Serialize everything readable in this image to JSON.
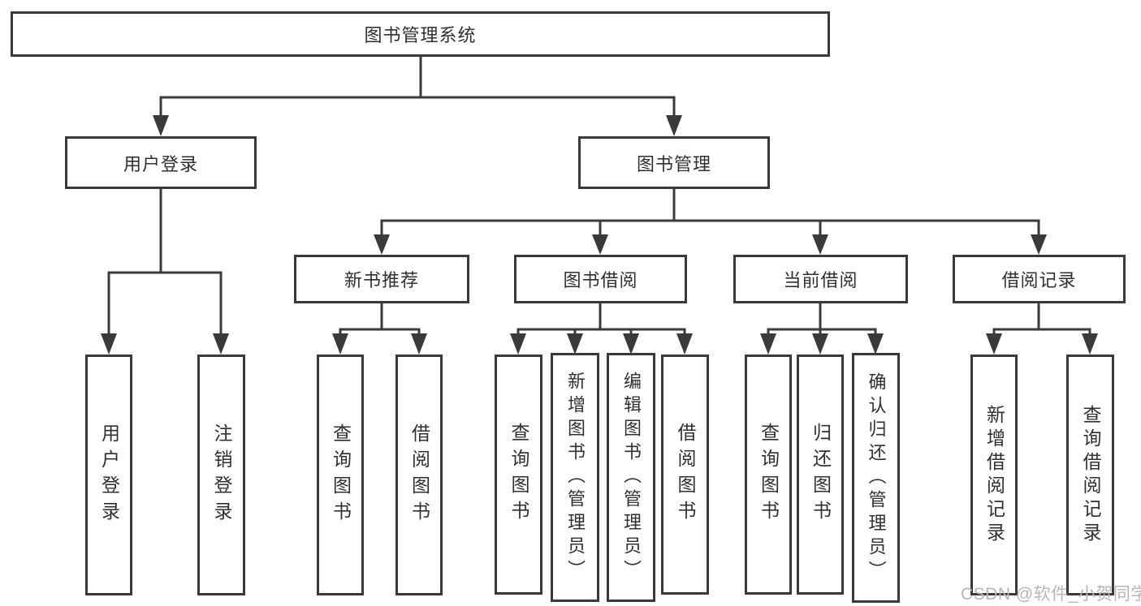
{
  "diagram": {
    "type": "hierarchy-tree",
    "title": "图书管理系统",
    "watermark": "CSDN @软件_小贺同学",
    "colors": {
      "line": "#3a3a3a",
      "border": "#3a3a3a",
      "text": "#303030",
      "watermark": "#b7b7b7",
      "background": "#ffffff"
    },
    "nodes": {
      "root": "图书管理系统",
      "user_login": "用户登录",
      "book_mgmt": "图书管理",
      "new_books": "新书推荐",
      "book_borrow": "图书借阅",
      "current_borrow": "当前借阅",
      "borrow_records": "借阅记录",
      "user_login_children": [
        "用户登录",
        "注销登录"
      ],
      "new_books_children": [
        "查询图书",
        "借阅图书"
      ],
      "book_borrow_children": [
        "查询图书",
        "新增图书（管理员）",
        "编辑图书（管理员）",
        "借阅图书"
      ],
      "current_borrow_children": [
        "查询图书",
        "归还图书",
        "确认归还（管理员）"
      ],
      "borrow_records_children": [
        "新增借阅记录",
        "查询借阅记录"
      ]
    },
    "edges": [
      [
        "图书管理系统",
        "用户登录"
      ],
      [
        "图书管理系统",
        "图书管理"
      ],
      [
        "用户登录",
        "用户登录(叶)"
      ],
      [
        "用户登录",
        "注销登录"
      ],
      [
        "图书管理",
        "新书推荐"
      ],
      [
        "图书管理",
        "图书借阅"
      ],
      [
        "图书管理",
        "当前借阅"
      ],
      [
        "图书管理",
        "借阅记录"
      ],
      [
        "新书推荐",
        "查询图书"
      ],
      [
        "新书推荐",
        "借阅图书"
      ],
      [
        "图书借阅",
        "查询图书"
      ],
      [
        "图书借阅",
        "新增图书（管理员）"
      ],
      [
        "图书借阅",
        "编辑图书（管理员）"
      ],
      [
        "图书借阅",
        "借阅图书"
      ],
      [
        "当前借阅",
        "查询图书"
      ],
      [
        "当前借阅",
        "归还图书"
      ],
      [
        "当前借阅",
        "确认归还（管理员）"
      ],
      [
        "借阅记录",
        "新增借阅记录"
      ],
      [
        "借阅记录",
        "查询借阅记录"
      ]
    ]
  }
}
